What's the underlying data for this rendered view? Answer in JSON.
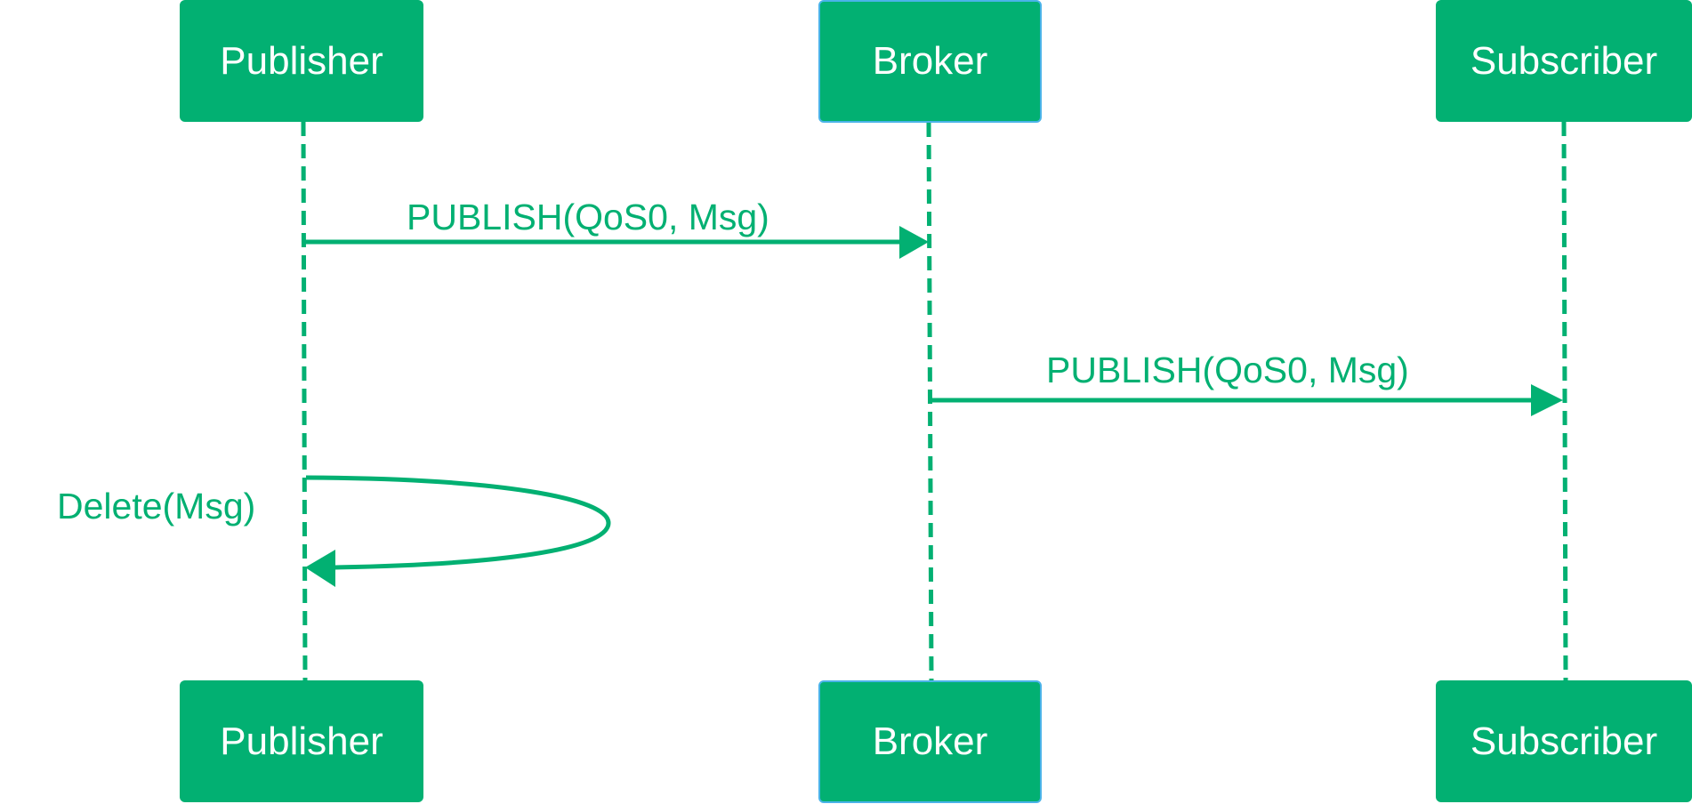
{
  "diagram": {
    "type": "sequence",
    "accent_color": "#02b072",
    "broker_border_color": "#4ab3e8",
    "participants": [
      {
        "id": "publisher",
        "label": "Publisher"
      },
      {
        "id": "broker",
        "label": "Broker"
      },
      {
        "id": "subscriber",
        "label": "Subscriber"
      }
    ],
    "messages": [
      {
        "from": "publisher",
        "to": "broker",
        "label": "PUBLISH(QoS0, Msg)"
      },
      {
        "from": "broker",
        "to": "subscriber",
        "label": "PUBLISH(QoS0, Msg)"
      },
      {
        "from": "publisher",
        "to": "publisher",
        "label": "Delete(Msg)"
      }
    ]
  }
}
